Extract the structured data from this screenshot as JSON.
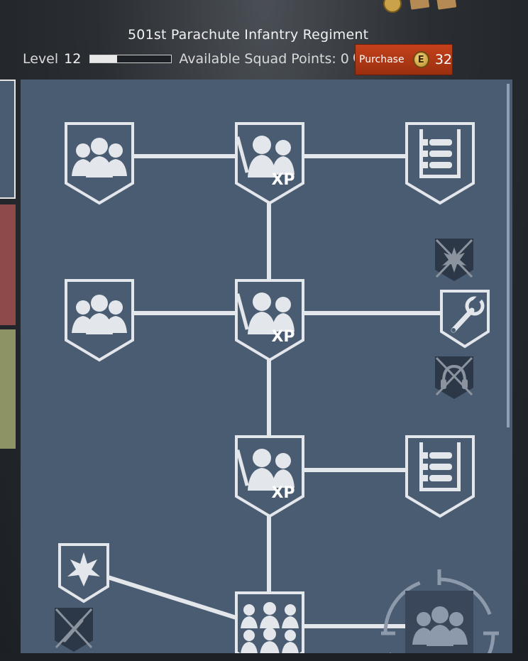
{
  "header": {
    "title": "501st Parachute Infantry Regiment",
    "level_label": "Level",
    "level_value": "12",
    "xp_progress": 0.33,
    "squad_points_label": "Available Squad Points: 0"
  },
  "purchase": {
    "label": "Purchase",
    "currency_symbol": "E",
    "price": "32"
  },
  "tree": {
    "node_icons": {
      "xp": "XP"
    }
  }
}
